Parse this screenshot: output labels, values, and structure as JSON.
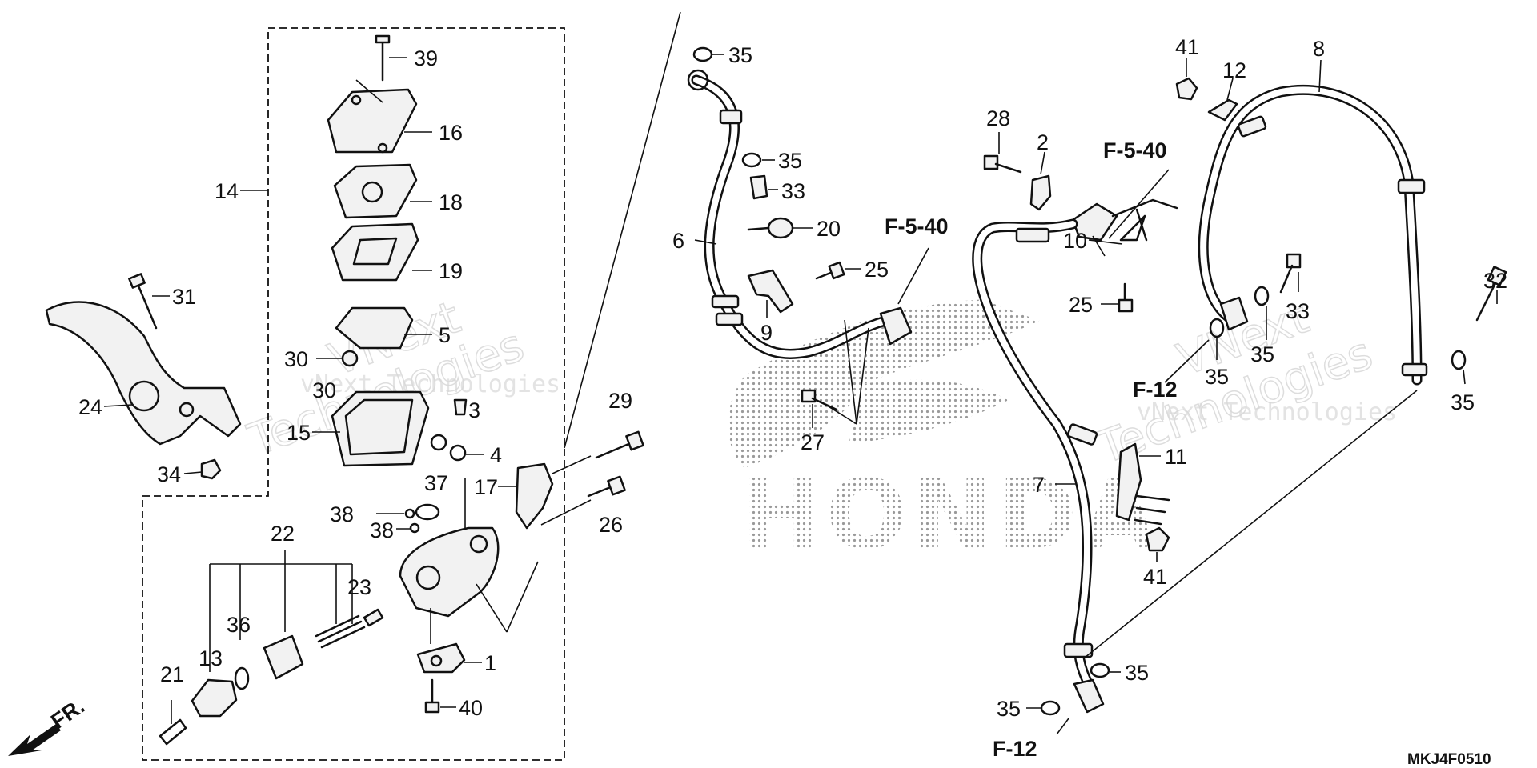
{
  "labels": {
    "p1": "1",
    "p2": "2",
    "p4": "4",
    "p5": "5",
    "p6": "6",
    "p7": "7",
    "p8": "8",
    "p9": "9",
    "p10": "10",
    "p11": "11",
    "p12": "12",
    "p13": "13",
    "p14": "14",
    "p15": "15",
    "p16": "16",
    "p17": "17",
    "p18": "18",
    "p19": "19",
    "p20": "20",
    "p21": "21",
    "p22": "22",
    "p23": "23",
    "p24": "24",
    "p25": "25",
    "p26": "26",
    "p27": "27",
    "p28": "28",
    "p29": "29",
    "p30": "30",
    "p31": "31",
    "p32": "32",
    "p33": "33",
    "p34": "34",
    "p35": "35",
    "p36": "36",
    "p37": "37",
    "p38": "38",
    "p39": "39",
    "p40": "40",
    "p41": "41"
  },
  "refs": {
    "f540": "F-5-40",
    "f12": "F-12"
  },
  "direction": "FR.",
  "diagram_code": "MKJ4F0510",
  "brand_mark": "HONDA",
  "watermark": {
    "brand": "VNext",
    "company": "vNext Technologies",
    "word": "Technologies"
  },
  "colors": {
    "ink": "#111111",
    "watermark": "#d8d8d8",
    "halftone": "#9a9a9a"
  }
}
